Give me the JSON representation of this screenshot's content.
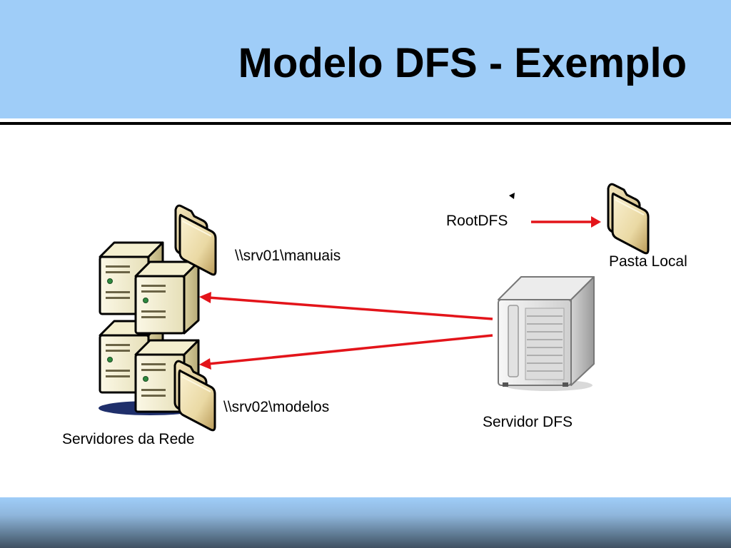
{
  "slide": {
    "title": "Modelo DFS - Exemplo"
  },
  "diagram": {
    "labels": {
      "share1": "\\\\srv01\\manuais",
      "share2": "\\\\srv02\\modelos",
      "network_servers": "Servidores da Rede",
      "root": "RootDFS",
      "local_folder": "Pasta Local",
      "dfs_server": "Servidor DFS"
    },
    "icons": {
      "server_cluster": "server-cluster-icon",
      "dfs_server": "tower-server-icon",
      "folder": "folder-icon"
    },
    "colors": {
      "arrow": "#e3141a",
      "header": "#9fcdf8"
    }
  }
}
